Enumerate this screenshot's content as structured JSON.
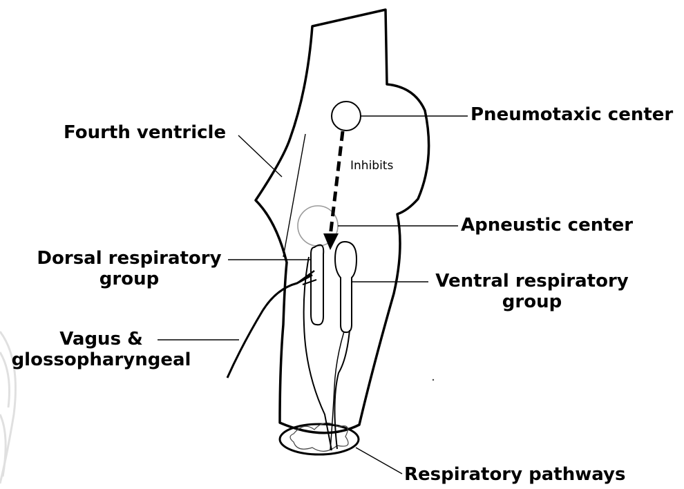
{
  "labels": {
    "pneumotaxic": "Pneumotaxic center",
    "fourth_ventricle": "Fourth ventricle",
    "inhibits": "Inhibits",
    "apneustic": "Apneustic center",
    "dorsal_line1": "Dorsal respiratory",
    "dorsal_line2": "group",
    "ventral_line1": "Ventral respiratory",
    "ventral_line2": "group",
    "vagus_line1": "Vagus &",
    "vagus_line2": "glossopharyngeal",
    "pathways": "Respiratory pathways"
  },
  "colors": {
    "ink": "#000000",
    "background": "#ffffff",
    "faint": "#9a9a9a"
  }
}
